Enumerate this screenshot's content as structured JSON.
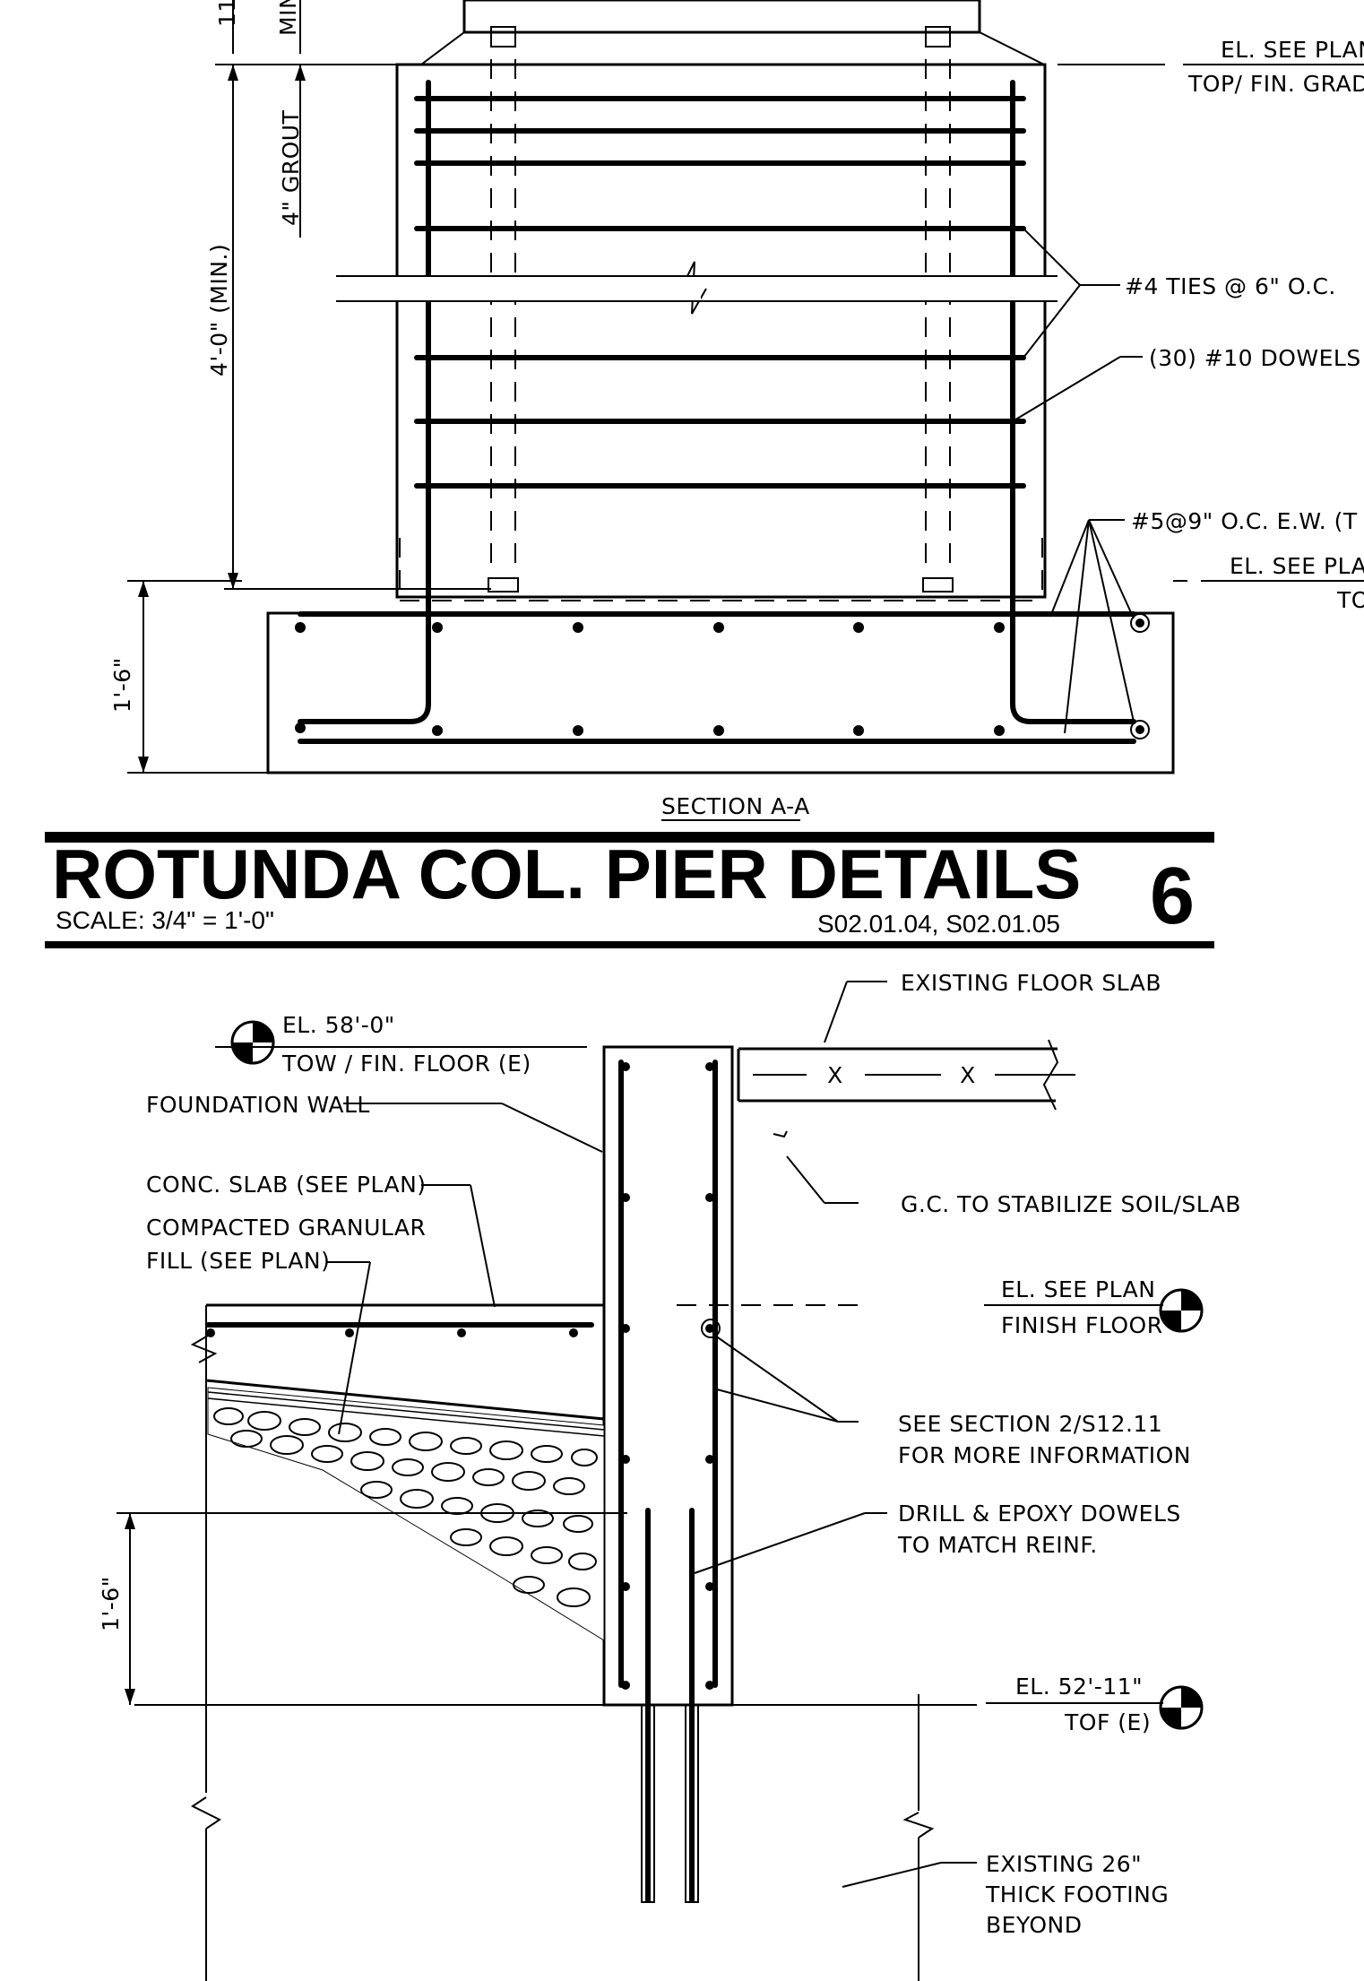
{
  "section_top": {
    "dim_grout": "4\" GROUT",
    "dim_min_height": "4'-0\" (MIN.)",
    "dim_footing": "1'-6\"",
    "dim_top_partial": "11",
    "dim_min_partial": "MIN",
    "el_top": "EL. SEE PLAN",
    "el_top_sub": "TOP/ FIN. GRADE",
    "ties": "#4 TIES @ 6\" O.C.",
    "dowels": "(30) #10 DOWELS",
    "bottom_reinf": "#5@9\" O.C. E.W. (T",
    "el_bottom": "EL. SEE PLAN",
    "el_bottom_sub": "TO",
    "caption": "SECTION A-A"
  },
  "title_block": {
    "title": "ROTUNDA COL. PIER DETAILS",
    "scale": "SCALE:  3/4\" = 1'-0\"",
    "refs": "S02.01.04, S02.01.05",
    "detail_number": "6"
  },
  "section_bottom": {
    "existing_floor_slab": "EXISTING FLOOR SLAB",
    "el_58": "EL. 58'-0\"",
    "tow_fin_floor": "TOW / FIN. FLOOR (E)",
    "foundation_wall": "FOUNDATION WALL",
    "slab_x1": "X",
    "slab_x2": "X",
    "conc_slab": "CONC. SLAB (SEE PLAN)",
    "fill_line1": "COMPACTED GRANULAR",
    "fill_line2": "FILL (SEE PLAN)",
    "gc_note": "G.C. TO STABILIZE SOIL/SLAB",
    "el_see_plan": "EL. SEE PLAN",
    "finish_floor": "FINISH FLOOR",
    "see_section_1": "SEE SECTION 2/S12.11",
    "see_section_2": "FOR MORE INFORMATION",
    "drill_1": "DRILL & EPOXY DOWELS",
    "drill_2": "TO MATCH REINF.",
    "dim_footing": "1'-6\"",
    "el_52": "EL. 52'-11\"",
    "tof": "TOF (E)",
    "existing_footing_1": "EXISTING 26\"",
    "existing_footing_2": "THICK FOOTING",
    "existing_footing_3": "BEYOND"
  }
}
